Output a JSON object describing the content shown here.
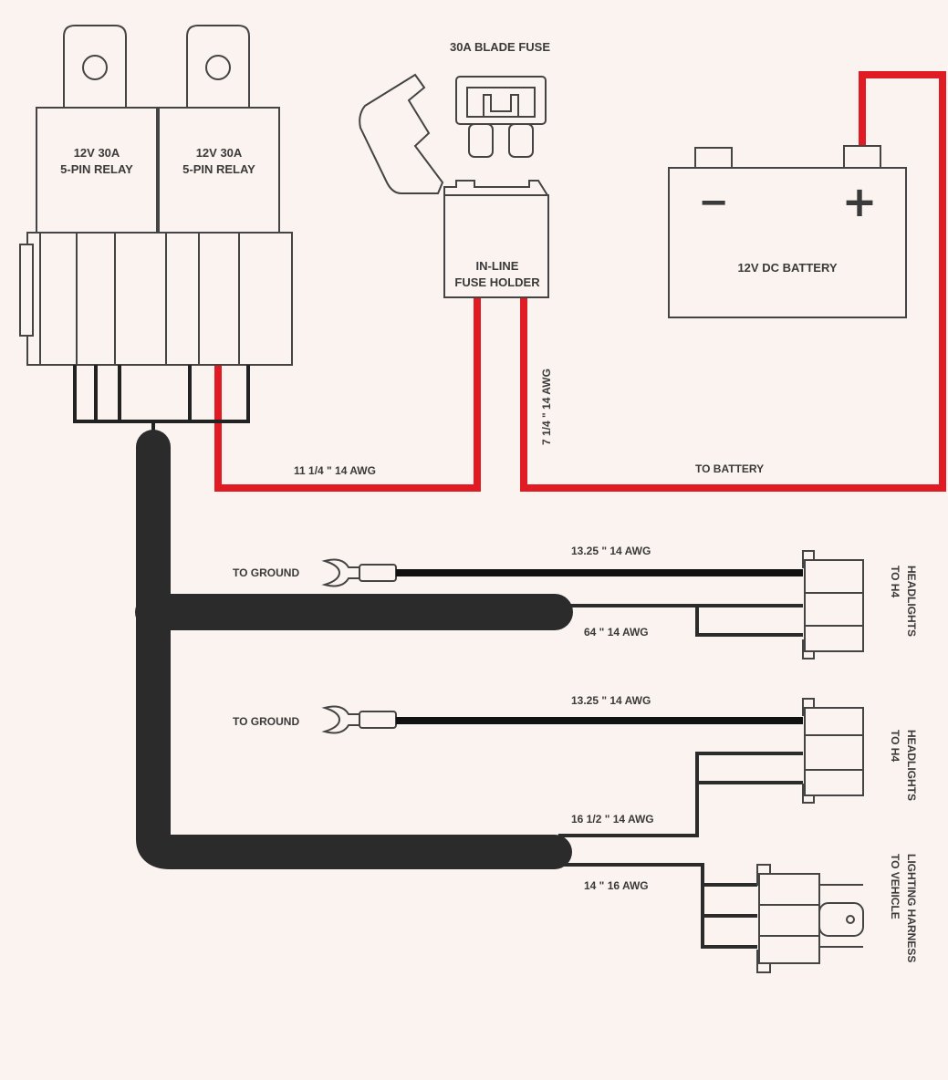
{
  "colors": {
    "background": "#fbf3ef",
    "red_wire": "#e01b24",
    "black_wire": "#111111",
    "sheath": "#2b2b2b",
    "outline": "#444444",
    "text": "#3a3a3a"
  },
  "relays": [
    {
      "line1": "12V 30A",
      "line2": "5-PIN RELAY"
    },
    {
      "line1": "12V 30A",
      "line2": "5-PIN RELAY"
    }
  ],
  "fuse": {
    "blade_label": "30A BLADE FUSE",
    "holder_line1": "IN-LINE",
    "holder_line2": "FUSE HOLDER"
  },
  "battery": {
    "label": "12V DC BATTERY",
    "minus": "−",
    "plus": "+"
  },
  "wires": {
    "relay_to_fuse": "11 1/4 \" 14 AWG",
    "fuse_to_battery": "7 1/4 \" 14 AWG",
    "to_battery": "TO BATTERY",
    "ground1": "13.25 \" 14 AWG",
    "harness1": "64 \" 14 AWG",
    "ground2": "13.25 \" 14 AWG",
    "harness2": "16 1/2 \" 14 AWG",
    "harness3": "14 \" 16 AWG"
  },
  "endpoints": {
    "ground1": "TO GROUND",
    "ground2": "TO GROUND",
    "h4_1_line1": "TO H4",
    "h4_1_line2": "HEADLIGHTS",
    "h4_2_line1": "TO H4",
    "h4_2_line2": "HEADLIGHTS",
    "vehicle_line1": "TO VEHICLE",
    "vehicle_line2": "LIGHTING HARNESS"
  }
}
